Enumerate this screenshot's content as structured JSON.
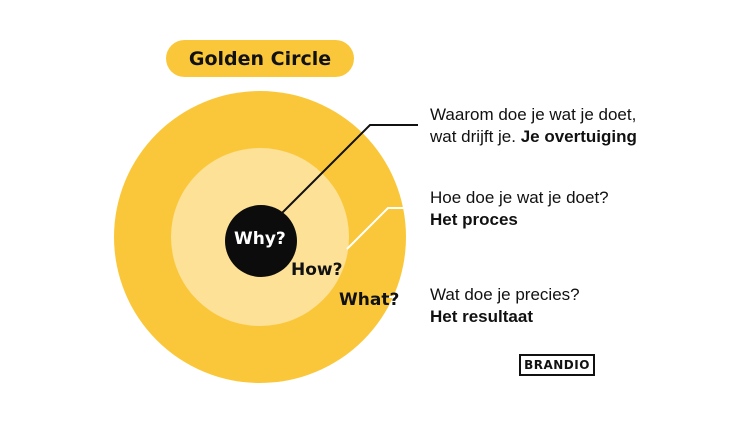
{
  "title": "Golden Circle",
  "colors": {
    "outer_ring": "#fbc73a",
    "middle_ring": "#fde197",
    "core": "#0c0c0c",
    "line_dark": "#111111",
    "line_light": "#ffffff"
  },
  "circles": {
    "why": "Why?",
    "how": "How?",
    "what": "What?"
  },
  "annotations": {
    "why": {
      "line1": "Waarom doe je wat je doet,",
      "line2": "wat drijft je. ",
      "bold": "Je overtuiging"
    },
    "how": {
      "line1": "Hoe doe je wat je doet?",
      "bold": "Het proces"
    },
    "what": {
      "line1": "Wat doe je precies?",
      "bold": "Het resultaat"
    }
  },
  "logo": "BRANDIO"
}
